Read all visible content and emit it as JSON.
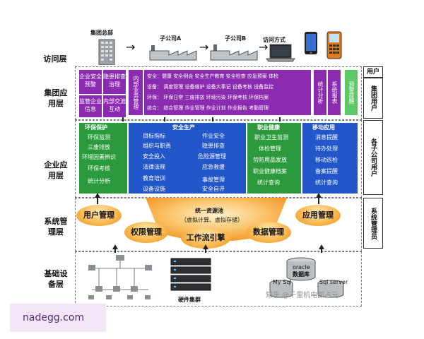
{
  "top": {
    "hq": "集团总部",
    "sub_a": "子公司A",
    "sub_b": "子公司B",
    "access_mode": "访问方式"
  },
  "layers": {
    "access": "访问层",
    "group_app": "集团应用层",
    "enterprise_app": "企业应用层",
    "system_mgmt": "系统管理层",
    "infra": "基础设备层"
  },
  "group_app": {
    "left_cells": [
      "企业安全预警",
      "隐患排查治理",
      "监管企业信息",
      "内部交流互动"
    ],
    "biz_label": "内部业务管理",
    "rows": [
      "安全：健康  安全例会  安全生产教育  安全检查  应急预案  体检",
      "设备：  调度管理  设备维护  设备大事记  设备考核  设备监控",
      "环保：  环保日常  三废排放  环境污染  环保考核  环保档案",
      "综合：  综合管理  作业管理  作业计划  作业报告  考勤管理"
    ],
    "stats": "统计分析",
    "report": "系统报表",
    "alert": "预警提醒"
  },
  "enterprise_app": {
    "env": {
      "title": "环保保护",
      "items": [
        "环保监测",
        "三废排放",
        "环境因素辨识",
        "环保考核",
        "统计分析"
      ]
    },
    "safety": {
      "title": "安全生产",
      "col1": [
        "目标指标",
        "组织与职责",
        "安全投入",
        "法律法规",
        "教育培训",
        "设备设施"
      ],
      "col2": [
        "作业安全",
        "隐患排查",
        "危险源管理",
        "应急救援",
        "事故管理",
        "安全自评"
      ]
    },
    "health": {
      "title": "职业健康",
      "items": [
        "职业卫生监测",
        "体检管理",
        "劳防用品发放",
        "职业健康档案",
        "统计查询"
      ]
    },
    "mobile": {
      "title": "移动应用",
      "items": [
        "消息提醒",
        "待办处理",
        "移动巡检",
        "备案提醒",
        "统计查询"
      ]
    }
  },
  "right_labels": {
    "user": "用户",
    "group_user": "集团用户",
    "sub_user": "各子公司用户",
    "sys_admin": "系统管理员"
  },
  "system_mgmt": {
    "user_mgmt": "用户管理",
    "perm_mgmt": "权限管理",
    "resource_pool": "统一资源池",
    "resource_sub": "（虚拟计算、虚拟存储）",
    "workflow": "工作流引擎",
    "data_mgmt": "数据管理",
    "app_mgmt": "应用管理"
  },
  "infra": {
    "cluster": "硬件集群",
    "oracle": "oracle",
    "db": "数据库",
    "mysql": "My Sql",
    "sqlserver": "Sql server",
    "watermark": "知乎 @千里机电部占元"
  },
  "footer_watermark": "nadegg.com",
  "colors": {
    "green": "#2a9a3c",
    "blue": "#2356c8",
    "purple": "#8a2bb0",
    "lightgreen": "#5cc964",
    "orange": "#f5a34a"
  }
}
